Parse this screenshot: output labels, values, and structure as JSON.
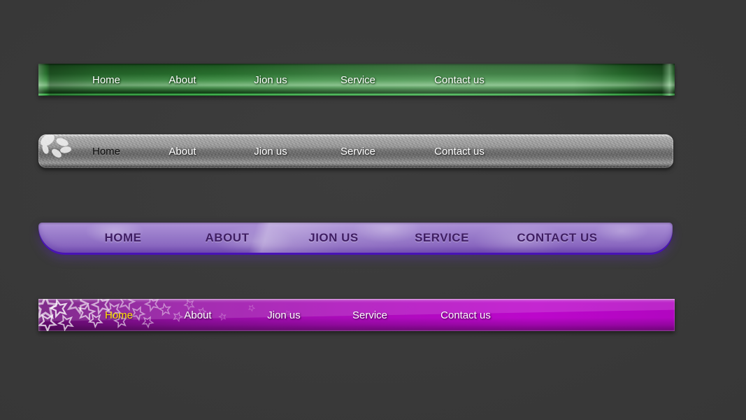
{
  "canvas": {
    "background": "#3a3a3a"
  },
  "navbars": {
    "green": {
      "style": "glossy-green",
      "accent_color": "#2e8f38",
      "text_color": "#ffffff",
      "items": [
        "Home",
        "About",
        "Jion us",
        "Service",
        "Contact us"
      ]
    },
    "gray": {
      "style": "textured-silver",
      "accent_color": "#9a9a9a",
      "text_color": "#ffffff",
      "active_item": "Home",
      "active_text_color": "#0c0c0c",
      "icon": "paw-print-icon",
      "items": [
        "Home",
        "About",
        "Jion us",
        "Service",
        "Contact us"
      ]
    },
    "purple": {
      "style": "rounded-lavender",
      "accent_color": "#9678c8",
      "underline_color": "#4a10c0",
      "text_color": "#3f1d63",
      "items": [
        "HOME",
        "ABOUT",
        "JION US",
        "SERVICE",
        "CONTACT US"
      ]
    },
    "magenta": {
      "style": "star-magenta",
      "accent_color": "#b106c0",
      "text_color": "#ffffff",
      "active_item": "Home",
      "active_text_color": "#ffe400",
      "icon": "stars-pattern-icon",
      "items": [
        "Home",
        "About",
        "Jion us",
        "Service",
        "Contact us"
      ]
    }
  }
}
